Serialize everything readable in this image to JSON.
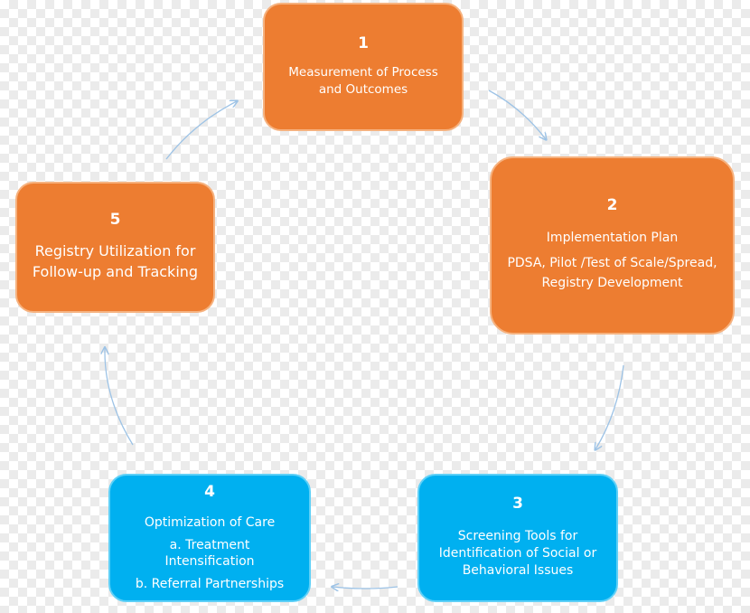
{
  "diagram": {
    "colors": {
      "orange": "#ed7d31",
      "blue": "#00b0f0",
      "connector": "#9dc3e6"
    },
    "nodes": [
      {
        "number": "1",
        "lines": [
          "Measurement of Process",
          "and Outcomes"
        ],
        "color": "orange"
      },
      {
        "number": "2",
        "lines": [
          "Implementation Plan",
          "PDSA, Pilot /Test of Scale/Spread,",
          "Registry Development"
        ],
        "color": "orange"
      },
      {
        "number": "3",
        "lines": [
          "Screening Tools for",
          "Identification of Social or",
          "Behavioral Issues"
        ],
        "color": "blue"
      },
      {
        "number": "4",
        "lines": [
          "Optimization of Care",
          "a. Treatment",
          "Intensification",
          "b. Referral Partnerships"
        ],
        "color": "blue"
      },
      {
        "number": "5",
        "lines": [
          "Registry Utilization for",
          "Follow-up and Tracking"
        ],
        "color": "orange"
      }
    ],
    "connections": [
      {
        "from": "1",
        "to": "2"
      },
      {
        "from": "2",
        "to": "3"
      },
      {
        "from": "3",
        "to": "4"
      },
      {
        "from": "4",
        "to": "5"
      },
      {
        "from": "5",
        "to": "1"
      }
    ]
  }
}
